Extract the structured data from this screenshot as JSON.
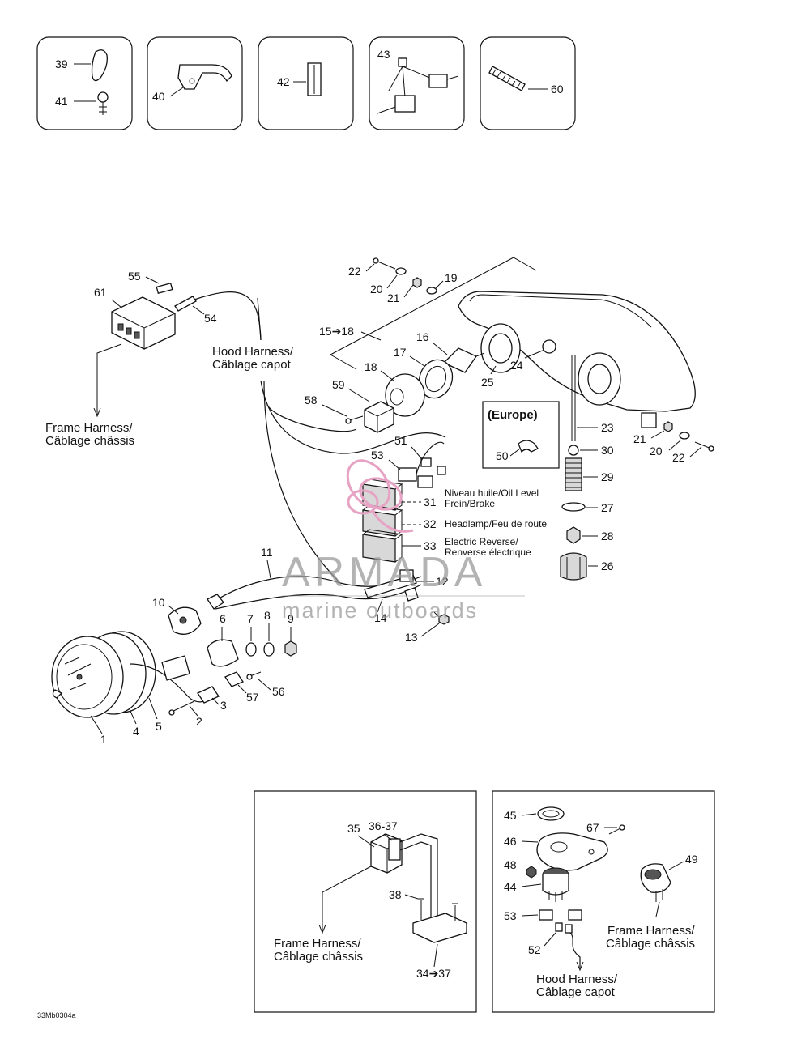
{
  "callouts": {
    "c1": "1",
    "c2": "2",
    "c3": "3",
    "c4": "4",
    "c5": "5",
    "c6": "6",
    "c7": "7",
    "c8": "8",
    "c9": "9",
    "c10": "10",
    "c11": "11",
    "c12": "12",
    "c13": "13",
    "c14": "14",
    "c15_18": "15➔18",
    "c16": "16",
    "c17": "17",
    "c18": "18",
    "c19": "19",
    "c20a": "20",
    "c20b": "20",
    "c21a": "21",
    "c21b": "21",
    "c22a": "22",
    "c22b": "22",
    "c23": "23",
    "c24": "24",
    "c25": "25",
    "c26": "26",
    "c27": "27",
    "c28": "28",
    "c29": "29",
    "c30": "30",
    "c31": "31",
    "c32": "32",
    "c33": "33",
    "c34_37": "34➔37",
    "c35": "35",
    "c36_37": "36-37",
    "c38": "38",
    "c39": "39",
    "c40": "40",
    "c41": "41",
    "c42": "42",
    "c43": "43",
    "c44": "44",
    "c45": "45",
    "c46": "46",
    "c48": "48",
    "c49": "49",
    "c50": "50",
    "c51": "51",
    "c52": "52",
    "c53a": "53",
    "c53b": "53",
    "c54": "54",
    "c55": "55",
    "c56": "56",
    "c57": "57",
    "c58": "58",
    "c59": "59",
    "c60": "60",
    "c61": "61",
    "c67": "67"
  },
  "labels": {
    "hood_harness_1": "Hood Harness/",
    "hood_harness_2": "Câblage capot",
    "frame_harness_1": "Frame Harness/",
    "frame_harness_2": "Câblage châssis",
    "europe": "(Europe)",
    "oil_level": "Niveau huile/Oil Level",
    "brake": "Frein/Brake",
    "headlamp": "Headlamp/Feu de route",
    "reverse_1": "Electric Reverse/",
    "reverse_2": "Renverse électrique",
    "drawing_code": "33Mb0304a"
  },
  "watermark": {
    "brand": "ARMADA",
    "tagline": "marine outboards",
    "accent_color": "#e7a3c4",
    "text_color": "#9a9a9a"
  }
}
